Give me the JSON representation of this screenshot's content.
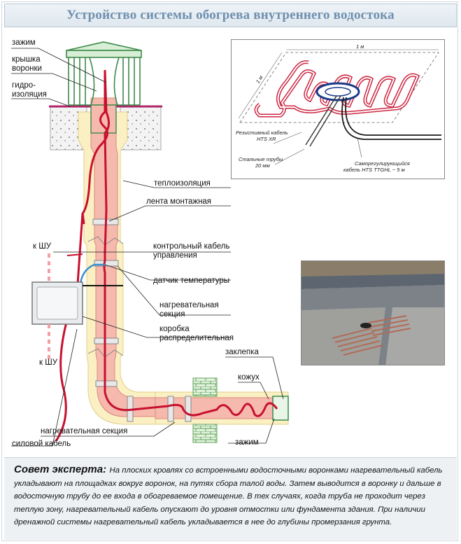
{
  "title": "Устройство системы обогрева внутреннего водостока",
  "labels": {
    "clamp_top": "зажим",
    "funnel_cover_1": "крышка",
    "funnel_cover_2": "воронки",
    "waterproof_1": "гидро-",
    "waterproof_2": "изоляция",
    "thermal_insulation": "теплоизоляция",
    "mounting_tape": "лента монтажная",
    "to_panel_top": "к ШУ",
    "control_cable_1": "контрольный кабель",
    "control_cable_2": "управления",
    "temp_sensor": "датчик температуры",
    "heating_section_1": "нагревательная",
    "heating_section_2": "секция",
    "junction_box_1": "коробка",
    "junction_box_2": "распределительная",
    "to_panel_bottom": "к ШУ",
    "rivet": "заклепка",
    "casing": "кожух",
    "clamp_bottom": "зажим",
    "heating_section_bottom": "нагревательная секция",
    "power_cable": "силовой кабель"
  },
  "inset": {
    "dim_top": "1 м",
    "dim_side": "1 м",
    "resistive_1": "Резистивный кабель",
    "resistive_2": "HTS XR",
    "steel_1": "Стальные трубы",
    "steel_2": "20 мм",
    "selfreg_1": "Саморегулирующийся",
    "selfreg_2": "кабель HTS TTGHL ~ 5 м"
  },
  "tip": {
    "heading": "Совет эксперта:",
    "text": "На плоских кровлях со встроенными водосточными воронками нагревательный кабель укладывают на площадках вокруг воронок, на путях сбора талой воды. Затем выводится в воронку и дальше в водосточную трубу до ее входа в обогреваемое помещение. В тех случаях, когда труба не проходит через теплую зону, нагревательный кабель опускают до уровня отмостки или фундамента здания. При наличии дренажной системы нагревательный кабель укладывается в нее до глубины промерзания грунта."
  },
  "colors": {
    "title": "#6f8fae",
    "pipe_fill": "#f6b9ad",
    "insulation": "#fbf0c4",
    "heating_cable": "#c8102e",
    "control_cable": "#3a8fd0",
    "funnel": "#3d8a4a",
    "brick": "#9dcf95"
  }
}
